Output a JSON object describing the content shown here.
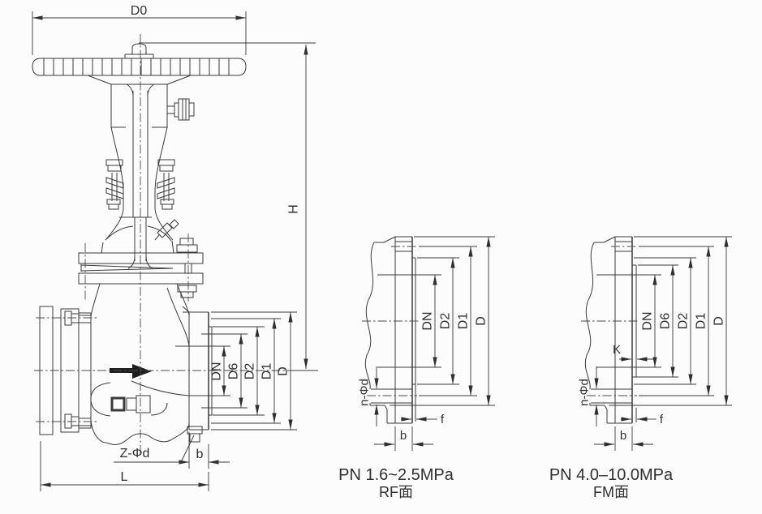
{
  "colors": {
    "line": "#3a3a3a",
    "text": "#303030",
    "background": "#fcfcfc"
  },
  "main_view": {
    "d0": "D0",
    "h": "H",
    "dn": "DN",
    "d6": "D6",
    "d2": "D2",
    "d1": "D1",
    "d": "D",
    "z_phi_d": "Z-Φd",
    "b": "b",
    "l": "L"
  },
  "rf_detail": {
    "dn": "DN",
    "d2": "D2",
    "d1": "D1",
    "d": "D",
    "n_phi_d": "n-Φd",
    "f": "f",
    "b": "b",
    "caption1": "PN 1.6~2.5MPa",
    "caption2": "RF面"
  },
  "fm_detail": {
    "dn": "DN",
    "d6": "D6",
    "d2": "D2",
    "d1": "D1",
    "d": "D",
    "k": "K",
    "n_phi_d": "n-Φd",
    "f": "f",
    "b": "b",
    "caption1": "PN 4.0–10.0MPa",
    "caption2": "FM面"
  }
}
